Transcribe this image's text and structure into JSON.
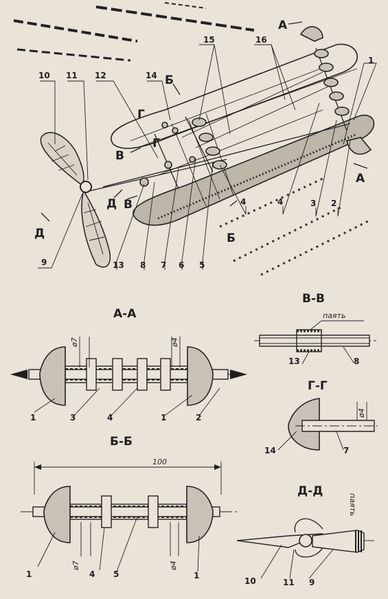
{
  "main_view": {
    "section_marks": [
      "А",
      "А",
      "Б",
      "Б",
      "В",
      "В",
      "Г",
      "Г",
      "Д",
      "Д"
    ],
    "callouts": [
      "1",
      "2",
      "3",
      "4",
      "4",
      "5",
      "6",
      "7",
      "8",
      "9",
      "10",
      "11",
      "12",
      "13",
      "14",
      "15",
      "16"
    ]
  },
  "section_aa": {
    "title": "А-А",
    "dims": [
      "ø7",
      "ø4"
    ],
    "callouts": [
      "1",
      "3",
      "4",
      "1",
      "2"
    ]
  },
  "section_vv": {
    "title": "В-В",
    "note": "паять",
    "callouts": [
      "13",
      "8"
    ]
  },
  "section_gg": {
    "title": "Г-Г",
    "dims": [
      "ø4"
    ],
    "callouts": [
      "14",
      "7"
    ]
  },
  "section_bb": {
    "title": "Б-Б",
    "dims": [
      "100",
      "ø7",
      "ø4"
    ],
    "callouts": [
      "1",
      "4",
      "5",
      "1"
    ]
  },
  "section_dd": {
    "title": "Д-Д",
    "note": "паять",
    "callouts": [
      "10",
      "11",
      "9"
    ]
  }
}
